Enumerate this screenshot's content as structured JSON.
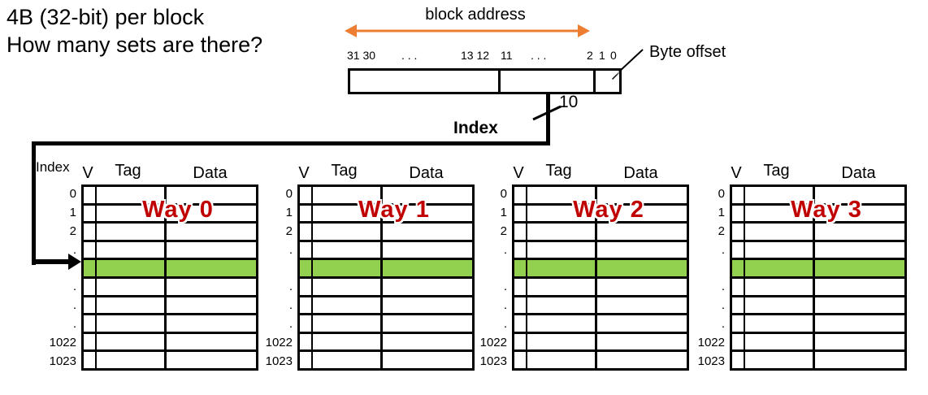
{
  "title": {
    "line1": "4B (32-bit) per block",
    "line2": "How many sets are there?"
  },
  "address_diagram": {
    "block_address_label": "block address",
    "byte_offset_label": "Byte offset",
    "bit_labels": [
      "31 30",
      ". . .",
      "13 12",
      "11",
      ". . .",
      "2",
      "1",
      "0"
    ],
    "index_label": "Index",
    "index_width_bits": "10"
  },
  "cache": {
    "index_column_header": "Index",
    "column_headers": [
      "V",
      "Tag",
      "Data"
    ],
    "row_labels": [
      "0",
      "1",
      "2",
      ".",
      "",
      ".",
      ".",
      ".",
      "1022",
      "1023"
    ],
    "highlight_row_index": 4,
    "ways": [
      {
        "label": "Way 0"
      },
      {
        "label": "Way 1"
      },
      {
        "label": "Way 2"
      },
      {
        "label": "Way 3"
      }
    ]
  },
  "colors": {
    "highlight_green": "#92D050",
    "arrow_orange": "#ED7D31",
    "way_label_red": "#C00000",
    "line_black": "#000000"
  }
}
